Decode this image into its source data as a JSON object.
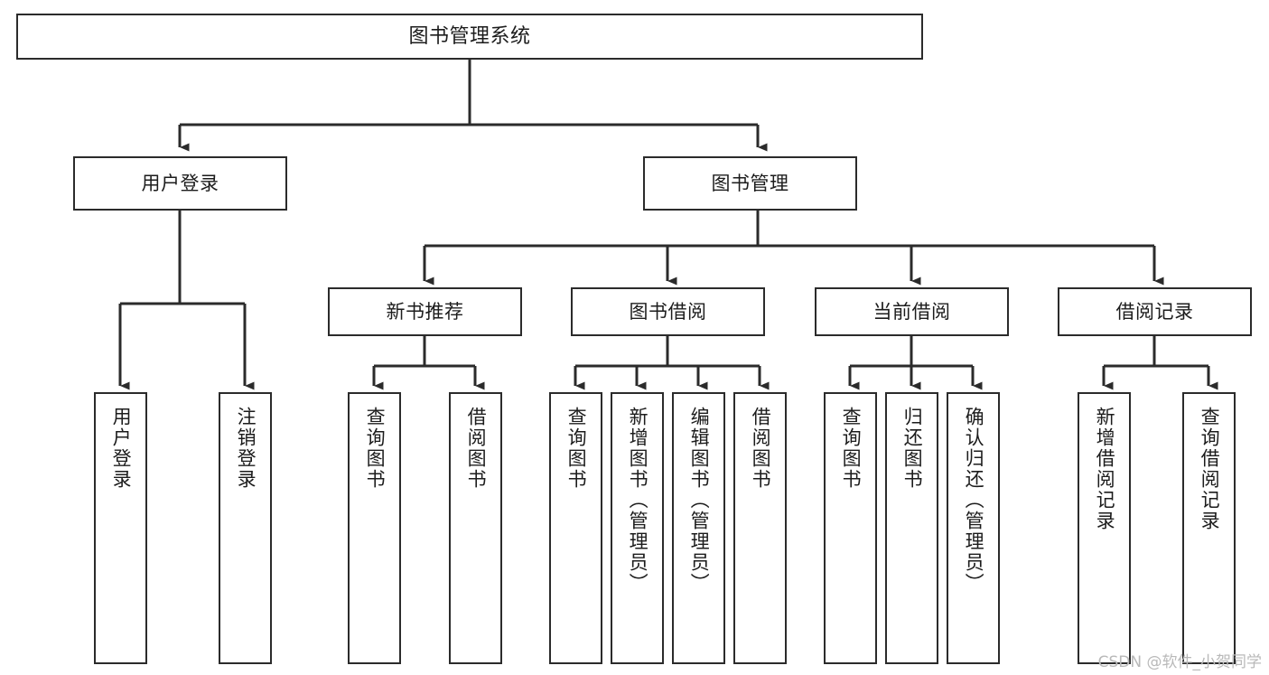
{
  "diagram": {
    "title": "图书管理系统",
    "type": "hierarchy-tree",
    "line_color": "#2b2b2b",
    "text_color": "#1c1c1c",
    "background_color": "#ffffff",
    "nodes": {
      "root": {
        "label": "图书管理系统"
      },
      "tier2": [
        {
          "label": "用户登录"
        },
        {
          "label": "图书管理"
        }
      ],
      "tier3": [
        {
          "label": "新书推荐"
        },
        {
          "label": "图书借阅"
        },
        {
          "label": "当前借阅"
        },
        {
          "label": "借阅记录"
        }
      ],
      "leaves": [
        {
          "label": "用户登录"
        },
        {
          "label": "注销登录"
        },
        {
          "label": "查询图书"
        },
        {
          "label": "借阅图书"
        },
        {
          "label": "查询图书"
        },
        {
          "label": "新增图书（管理员）"
        },
        {
          "label": "编辑图书（管理员）"
        },
        {
          "label": "借阅图书"
        },
        {
          "label": "查询图书"
        },
        {
          "label": "归还图书"
        },
        {
          "label": "确认归还（管理员）"
        },
        {
          "label": "新增借阅记录"
        },
        {
          "label": "查询借阅记录"
        }
      ]
    }
  },
  "watermark": {
    "text": "CSDN @软件_小贺同学",
    "color": "#b9b9b9"
  }
}
